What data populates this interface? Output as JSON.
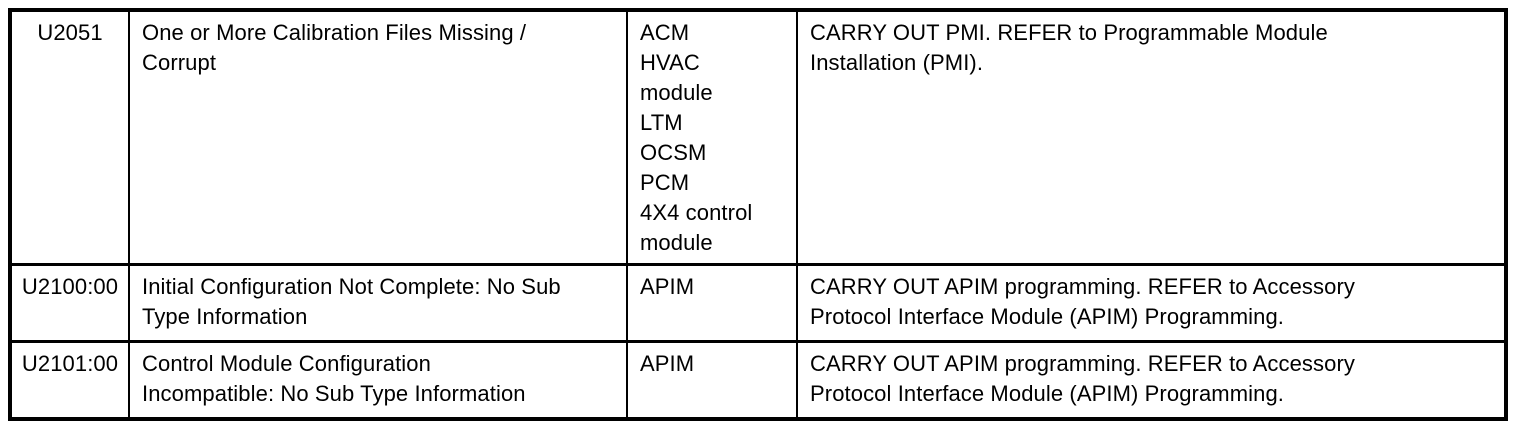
{
  "page": {
    "background_color": "#ffffff"
  },
  "table": {
    "name": "diagnostic-trouble-code-table",
    "border_color": "#000000",
    "text_color": "#000000",
    "columns": [
      "dtc_code",
      "description",
      "module",
      "action"
    ],
    "rows": [
      {
        "code": "U2051",
        "description": "One or More Calibration Files Missing /\nCorrupt",
        "module": "ACM\nHVAC\nmodule\nLTM\nOCSM\nPCM\n4X4 control\nmodule",
        "action": "CARRY OUT PMI. REFER to Programmable Module\nInstallation (PMI)."
      },
      {
        "code": "U2100:00",
        "description": "Initial Configuration Not Complete: No Sub\nType Information",
        "module": "APIM",
        "action": "CARRY OUT APIM programming. REFER to Accessory\nProtocol Interface Module (APIM) Programming."
      },
      {
        "code": "U2101:00",
        "description": "Control Module Configuration\nIncompatible: No Sub Type Information",
        "module": "APIM",
        "action": "CARRY OUT APIM programming. REFER to Accessory\nProtocol Interface Module (APIM) Programming."
      }
    ]
  }
}
